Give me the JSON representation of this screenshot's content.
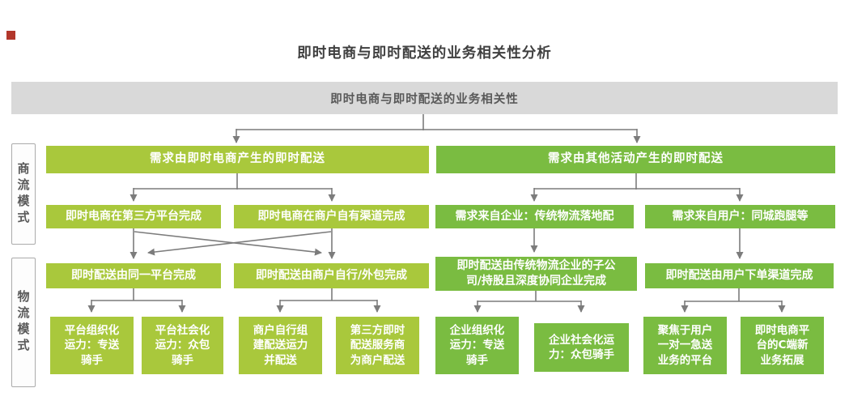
{
  "title": "即时电商与即时配送的业务相关性分析",
  "colors": {
    "left_branch": "#a9c83c",
    "right_branch": "#7abc41",
    "root_bar_bg": "#d9d9d9",
    "root_bar_text": "#595959",
    "connector": "#7c7c7c",
    "box_text": "#ffffff",
    "brand_red": "#b2372b"
  },
  "icons": {
    "brand_mark": "red-square"
  },
  "root": {
    "label": "即时电商与即时配送的业务相关性"
  },
  "row_labels": {
    "business_flow": "商流模式",
    "logistics": "物流模式"
  },
  "level1": {
    "left": "需求由即时电商产生的即时配送",
    "right": "需求由其他活动产生的即时配送"
  },
  "level2": {
    "a": "即时电商在第三方平台完成",
    "b": "即时电商在商户自有渠道完成",
    "c": "需求来自企业：传统物流落地配",
    "d": "需求来自用户：同城跑腿等"
  },
  "level3": {
    "a": "即时配送由同一平台完成",
    "b": "即时配送由商户自行/外包完成",
    "c": "即时配送由传统物流企业的子公司/持股且深度协同企业完成",
    "d": "即时配送由用户下单渠道完成"
  },
  "level4": {
    "a1": "平台组织化运力：专送骑手",
    "a2": "平台社会化运力：众包骑手",
    "b1": "商户自行组建配送运力并配送",
    "b2": "第三方即时配送服务商为商户配送",
    "c1": "企业组织化运力：专送骑手",
    "c2": "企业社会化运力：众包骑手",
    "d1": "聚焦于用户一对一急送业务的平台",
    "d2": "即时电商平台的C端新业务拓展"
  }
}
